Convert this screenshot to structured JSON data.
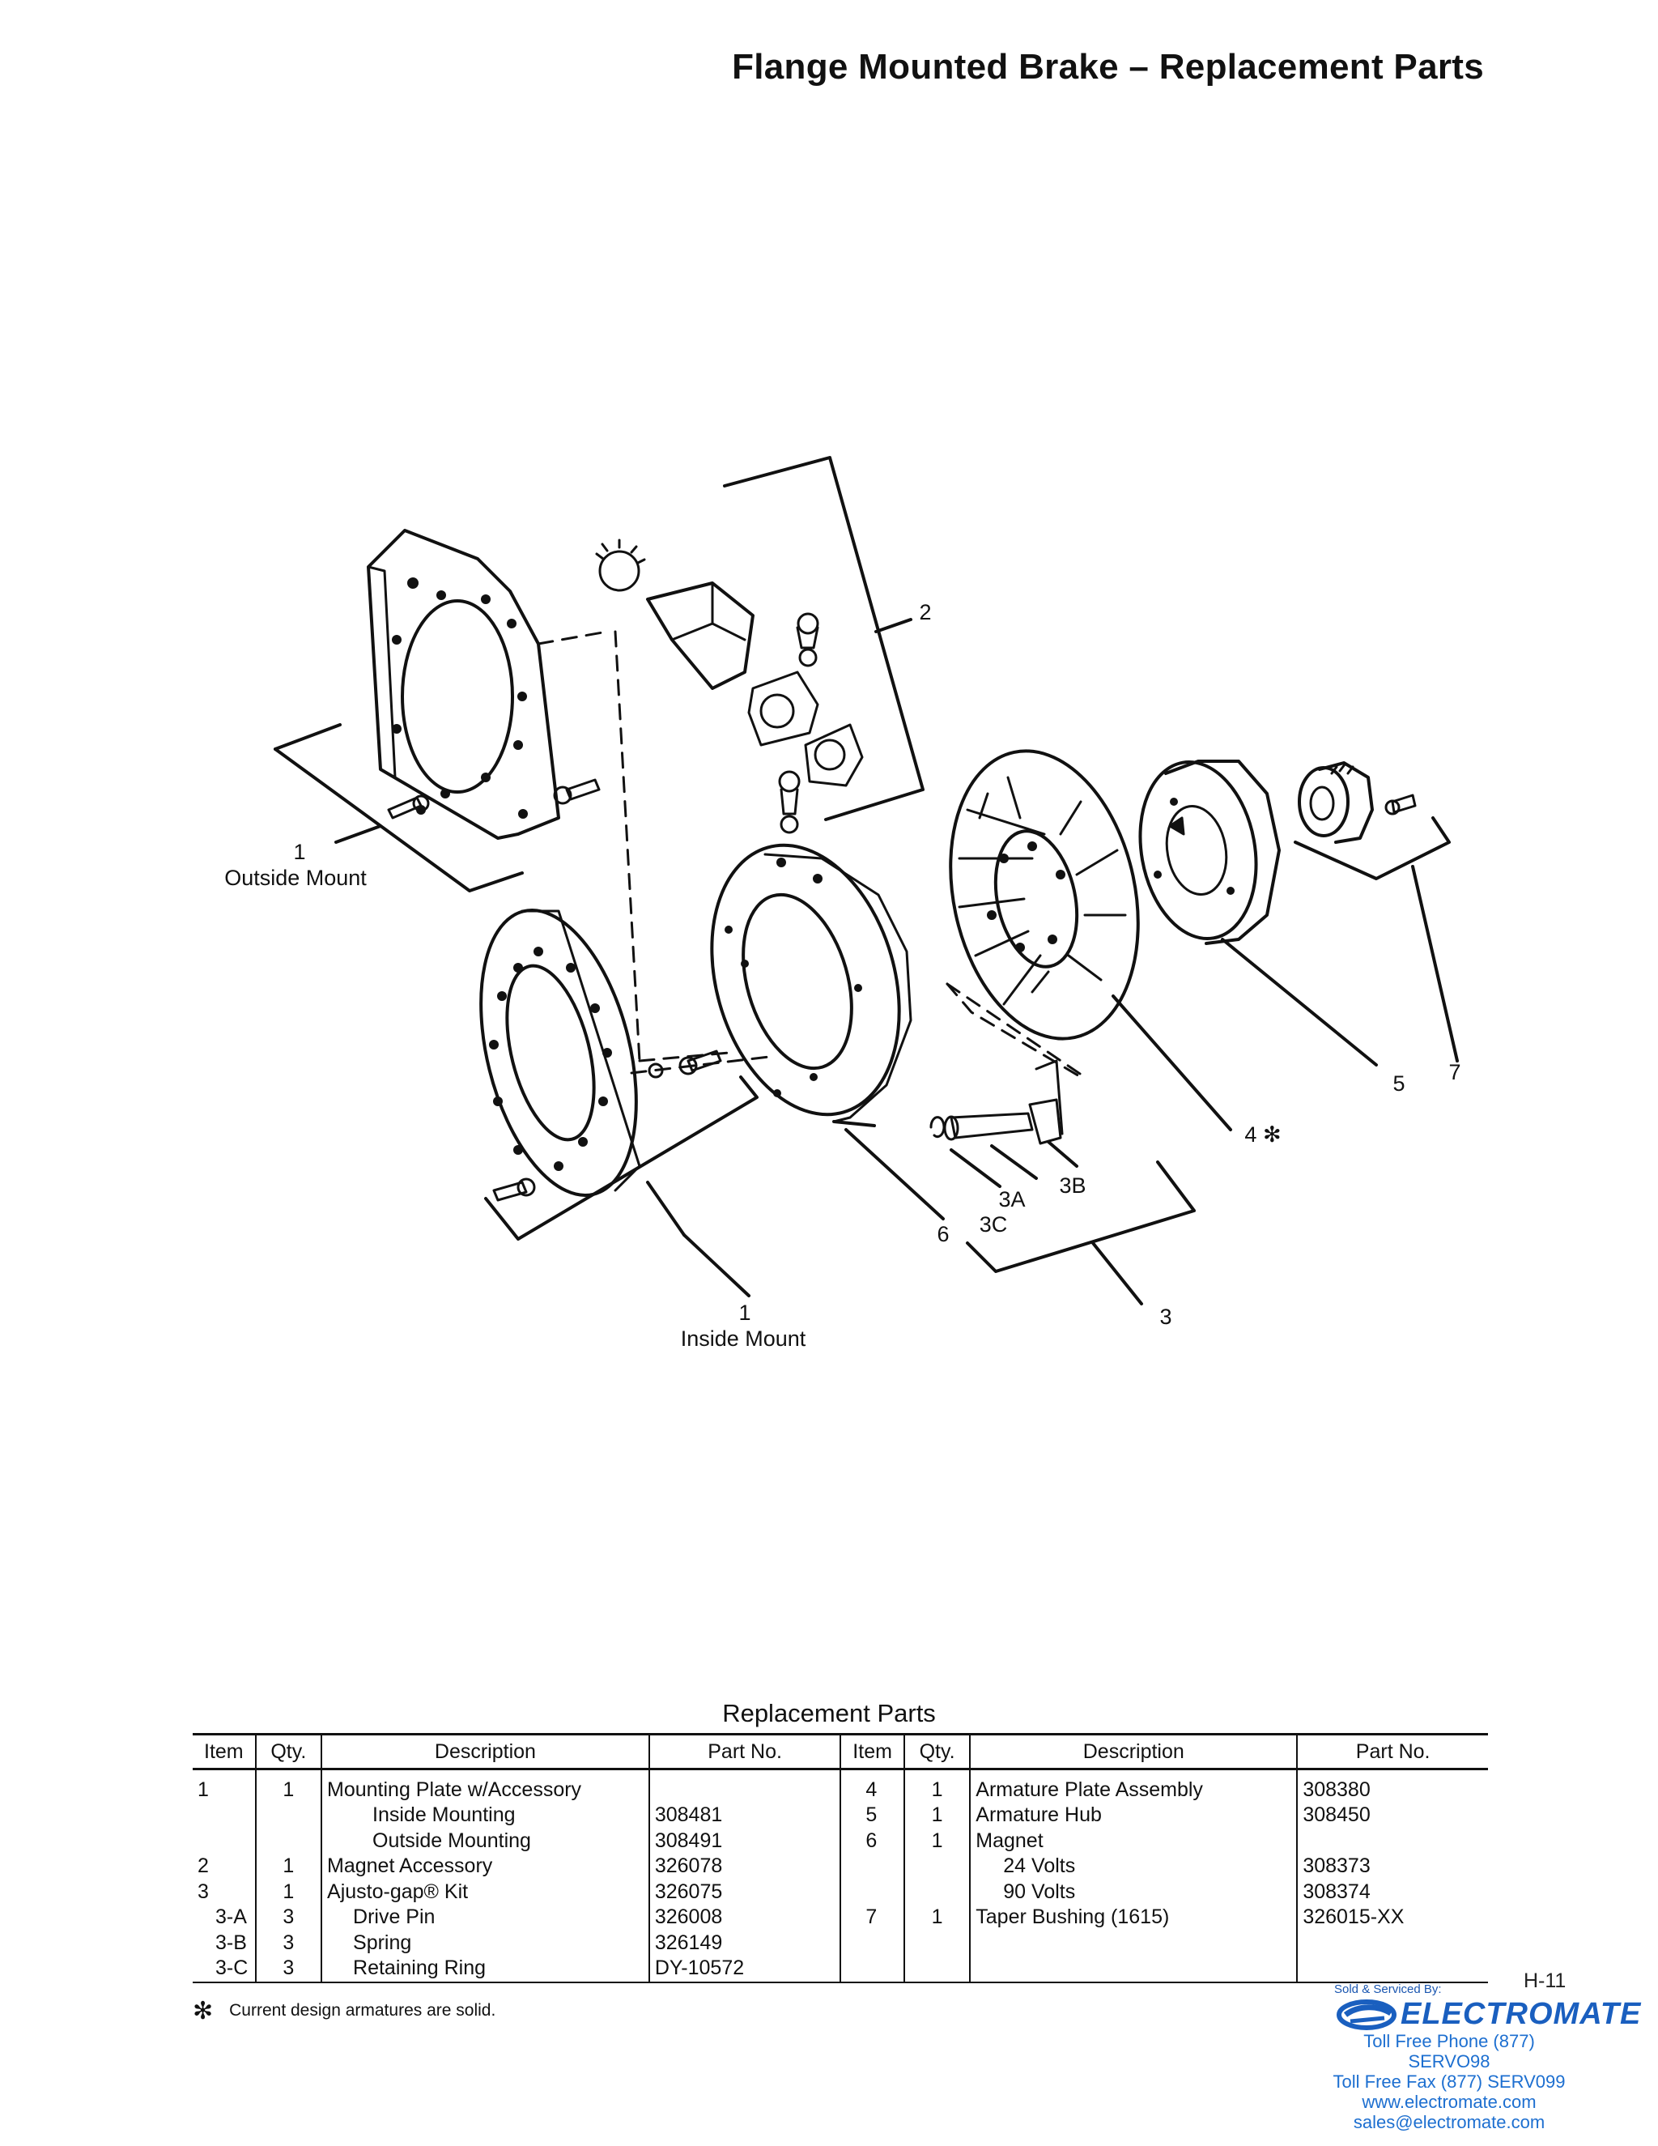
{
  "title": "Flange Mounted Brake – Replacement Parts",
  "diagram": {
    "callouts": {
      "c1_outside_num": "1",
      "c1_outside_label": "Outside Mount",
      "c1_inside_num": "1",
      "c1_inside_label": "Inside Mount",
      "c2": "2",
      "c3": "3",
      "c3a": "3A",
      "c3b": "3B",
      "c3c": "3C",
      "c4": "4 ✻",
      "c5": "5",
      "c6": "6",
      "c7": "7"
    }
  },
  "table": {
    "title": "Replacement Parts",
    "headers": [
      "Item",
      "Qty.",
      "Description",
      "Part No.",
      "Item",
      "Qty.",
      "Description",
      "Part No."
    ],
    "left_rows": [
      {
        "item": "1",
        "qty": "1",
        "desc": "Mounting Plate w/Accessory",
        "part": ""
      },
      {
        "item": "",
        "qty": "",
        "desc": "Inside Mounting",
        "part": "308481"
      },
      {
        "item": "",
        "qty": "",
        "desc": "Outside Mounting",
        "part": "308491"
      },
      {
        "item": "2",
        "qty": "1",
        "desc": "Magnet Accessory",
        "part": "326078"
      },
      {
        "item": "3",
        "qty": "1",
        "desc": "Ajusto-gap® Kit",
        "part": "326075"
      },
      {
        "item": "3-A",
        "qty": "3",
        "desc": "Drive Pin",
        "part": "326008"
      },
      {
        "item": "3-B",
        "qty": "3",
        "desc": "Spring",
        "part": "326149"
      },
      {
        "item": "3-C",
        "qty": "3",
        "desc": "Retaining Ring",
        "part": "DY-10572"
      }
    ],
    "right_rows": [
      {
        "item": "4",
        "qty": "1",
        "desc": "Armature Plate Assembly",
        "part": "308380"
      },
      {
        "item": "5",
        "qty": "1",
        "desc": "Armature Hub",
        "part": "308450"
      },
      {
        "item": "6",
        "qty": "1",
        "desc": "Magnet",
        "part": ""
      },
      {
        "item": "",
        "qty": "",
        "desc": "24 Volts",
        "part": "308373"
      },
      {
        "item": "",
        "qty": "",
        "desc": "90 Volts",
        "part": "308374"
      },
      {
        "item": "7",
        "qty": "1",
        "desc": "Taper Bushing (1615)",
        "part": "326015-XX"
      },
      {
        "item": "",
        "qty": "",
        "desc": "",
        "part": ""
      },
      {
        "item": "",
        "qty": "",
        "desc": "",
        "part": ""
      }
    ]
  },
  "footnote": {
    "symbol": "✻",
    "text": "Current design armatures are solid."
  },
  "page_number": "H-11",
  "vendor": {
    "sold_by": "Sold & Serviced By:",
    "brand": "ELECTROMATE",
    "phone": "Toll Free Phone  (877) SERVO98",
    "fax": "Toll Free Fax  (877) SERV099",
    "web": "www.electromate.com",
    "email": "sales@electromate.com",
    "brand_color": "#1a5fbf"
  }
}
